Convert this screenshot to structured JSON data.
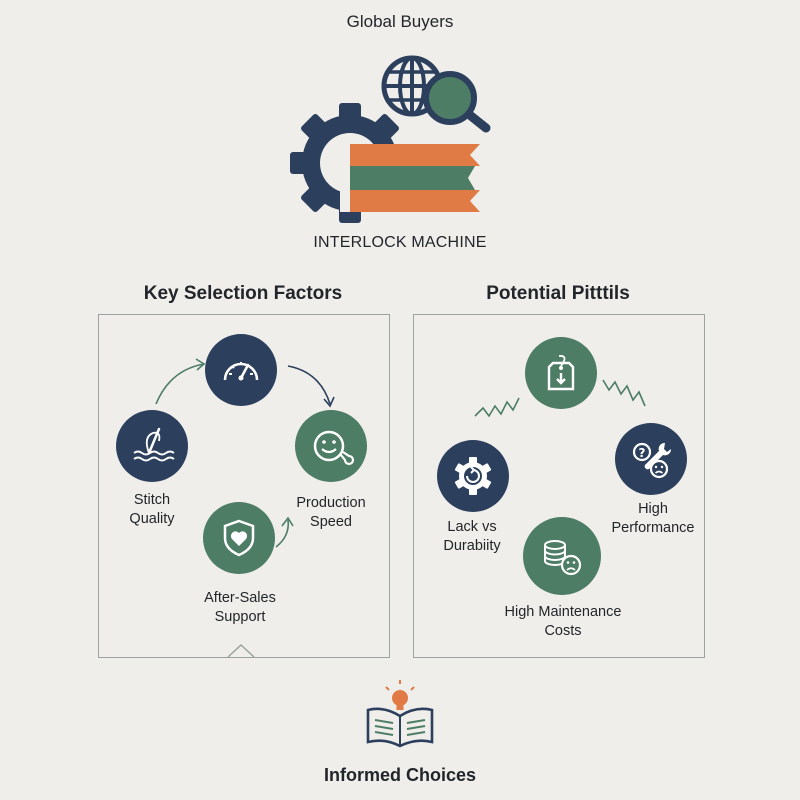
{
  "header": {
    "title": "Global Buyers"
  },
  "hero": {
    "label": "INTERLOCK MACHINE"
  },
  "left_section": {
    "title": "Key Selection Factors",
    "items": [
      {
        "label": "Stitch\nQuality",
        "icon": "needle-thread-icon",
        "color": "#2c405d"
      },
      {
        "label": "",
        "icon": "speedometer-icon",
        "color": "#2c405d"
      },
      {
        "label": "Production\nSpeed",
        "icon": "smiley-wrench-icon",
        "color": "#4d7d64"
      },
      {
        "label": "After-Sales\nSupport",
        "icon": "heart-shield-icon",
        "color": "#4d7d64"
      }
    ]
  },
  "right_section": {
    "title": "Potential Pitttils",
    "items": [
      {
        "label": "",
        "icon": "price-tag-down-icon",
        "color": "#4d7d64"
      },
      {
        "label": "Lack vs\nDurabiity",
        "icon": "gear-refresh-icon",
        "color": "#2c405d"
      },
      {
        "label": "High\nPerformance",
        "icon": "question-wrench-sad-icon",
        "color": "#2c405d"
      },
      {
        "label": "High Maintenance\nCosts",
        "icon": "coins-sad-icon",
        "color": "#4d7d64"
      }
    ]
  },
  "footer": {
    "title": "Informed Choices",
    "icon": "book-lightbulb-icon"
  },
  "colors": {
    "navy": "#2c405d",
    "green": "#4d7d64",
    "orange": "#e07b45",
    "background": "#efeeea"
  }
}
